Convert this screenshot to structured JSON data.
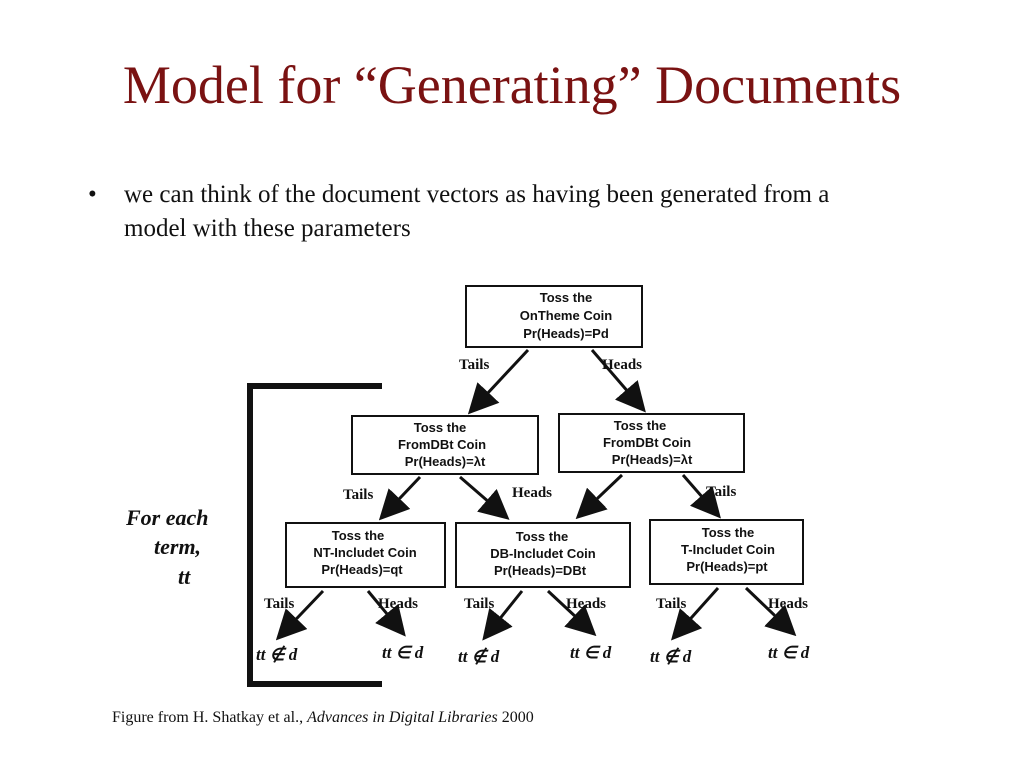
{
  "title": "Model for “Generating” Documents",
  "bullet": {
    "mark": "•",
    "text": "we can think of the document vectors as having been generated from a model with these parameters"
  },
  "diagram": {
    "root": {
      "lines": [
        "Toss the",
        "OnTheme Coin",
        "Pr(Heads)=Pd"
      ]
    },
    "level2": [
      {
        "lines": [
          "Toss the",
          "FromDBt Coin",
          "Pr(Heads)=λt"
        ]
      },
      {
        "lines": [
          "Toss the",
          "FromDBt Coin",
          "Pr(Heads)=λt"
        ]
      }
    ],
    "level3": [
      {
        "lines": [
          "Toss the",
          "NT-Includet Coin",
          "Pr(Heads)=qt"
        ]
      },
      {
        "lines": [
          "Toss the",
          "DB-Includet Coin",
          "Pr(Heads)=DBt"
        ]
      },
      {
        "lines": [
          "Toss the",
          "T-Includet Coin",
          "Pr(Heads)=pt"
        ]
      }
    ],
    "edge_labels": {
      "tails": "Tails",
      "heads": "Heads"
    },
    "leaves": {
      "not_in": "tt ∉ d",
      "in": "tt ∈ d"
    },
    "side_label": [
      "For each",
      "term,",
      "tt"
    ]
  },
  "caption": {
    "prefix": "Figure from H. Shatkay et al., ",
    "italic": "Advances in Digital Libraries",
    "suffix": " 2000"
  }
}
